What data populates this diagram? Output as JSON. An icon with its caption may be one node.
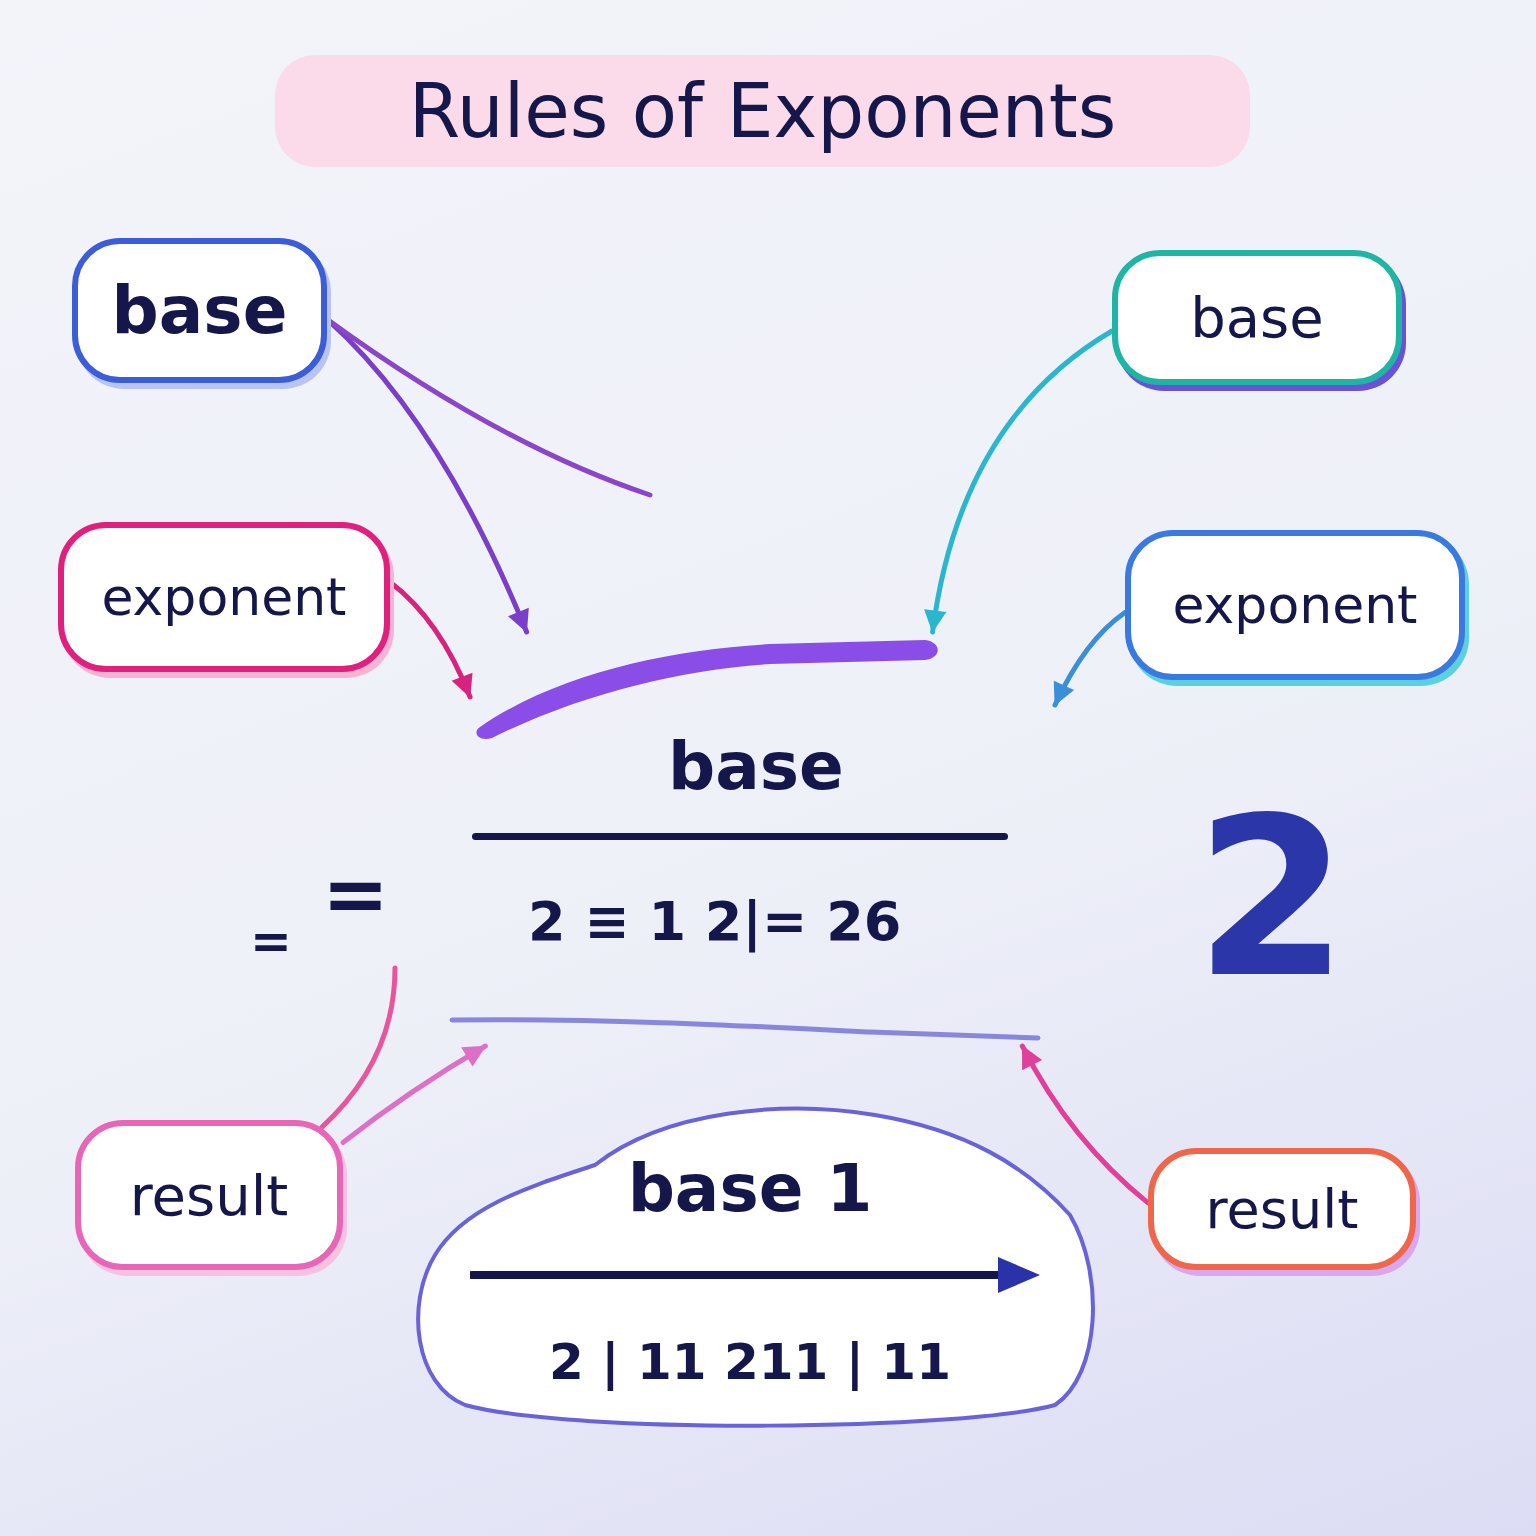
{
  "diagram": {
    "title": "Rules of Exponents",
    "nodes": [
      {
        "text": [
          "base"
        ]
      },
      {
        "text": [
          "base"
        ]
      },
      {
        "text": [
          "exponent"
        ]
      },
      {
        "text": [
          "exponent"
        ]
      },
      {
        "text": [],
        "shape": "bar"
      },
      {
        "text": [],
        "shape": "bar"
      },
      {
        "text": [
          "result"
        ]
      },
      {
        "text": [
          "result"
        ]
      },
      {
        "text": [
          "base 1",
          "2 | 11 211 | 11"
        ]
      }
    ],
    "edges": [
      {
        "from": 0,
        "to": 4,
        "arrow": "to",
        "color": "#7a3fc8"
      },
      {
        "from": 0,
        "to": null,
        "arrow": "none",
        "color": "#8a45c8"
      },
      {
        "from": 2,
        "to": 4,
        "arrow": "to",
        "color": "#d8237c"
      },
      {
        "from": 1,
        "to": 4,
        "arrow": "to",
        "color": "#2ab6cf"
      },
      {
        "from": 3,
        "to": null,
        "arrow": "to",
        "color": "#3b8fd6"
      },
      {
        "from": 6,
        "to": 5,
        "arrow": "to",
        "color": "#de6fc6"
      },
      {
        "from": 7,
        "to": 5,
        "arrow": "to",
        "color": "#e0409a"
      },
      {
        "from": 6,
        "to": null,
        "arrow": "none",
        "color": "#e8559c"
      }
    ],
    "labels": [
      "base",
      "2 ≡ 1 2|= 26",
      "=",
      "=",
      "2"
    ]
  }
}
